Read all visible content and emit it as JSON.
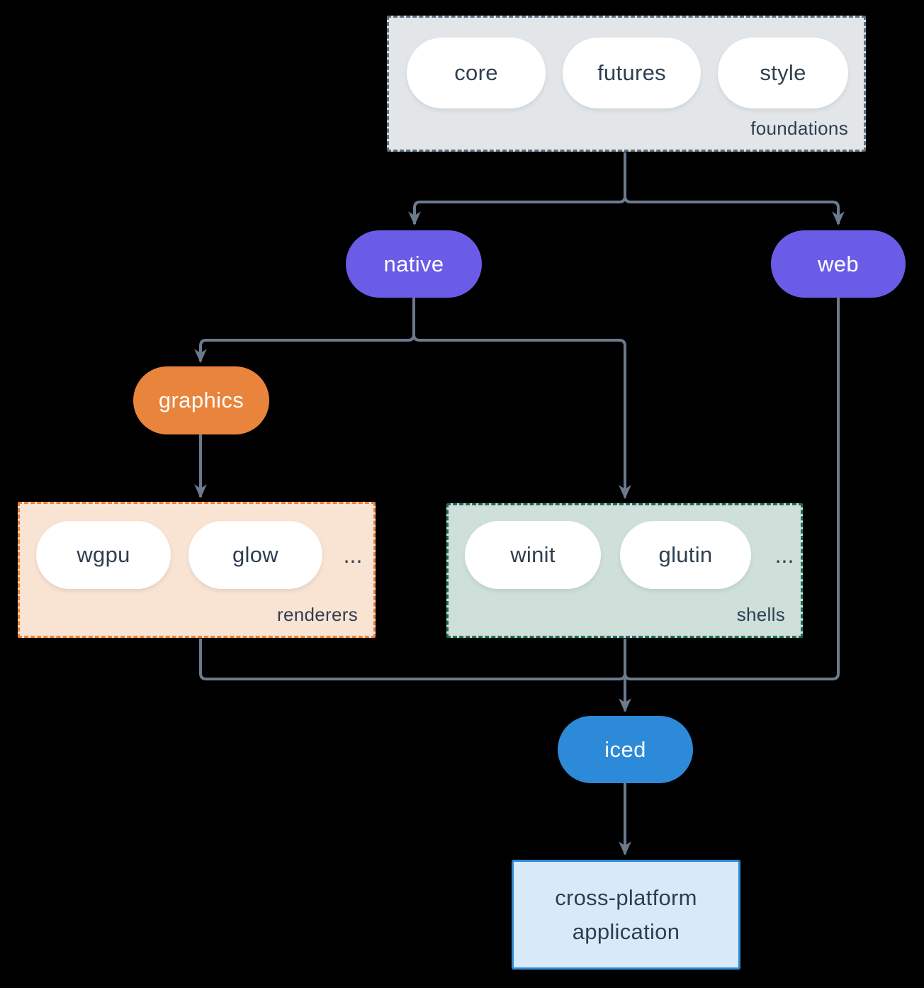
{
  "groups": {
    "foundations": {
      "label": "foundations",
      "items": [
        "core",
        "futures",
        "style"
      ],
      "fill": "#E2E6E9",
      "border": "#5C7080"
    },
    "renderers": {
      "label": "renderers",
      "items": [
        "wgpu",
        "glow"
      ],
      "ellipsis": "...",
      "fill": "#F9E3D3",
      "border": "#E8823A"
    },
    "shells": {
      "label": "shells",
      "items": [
        "winit",
        "glutin"
      ],
      "ellipsis": "...",
      "fill": "#CEE0D9",
      "border": "#1E6B60"
    }
  },
  "nodes": {
    "native": {
      "label": "native",
      "fill": "#6B5CE7",
      "text_color": "#FFFFFF"
    },
    "web": {
      "label": "web",
      "fill": "#6B5CE7",
      "text_color": "#FFFFFF"
    },
    "graphics": {
      "label": "graphics",
      "fill": "#E8843C",
      "text_color": "#FFFFFF"
    },
    "iced": {
      "label": "iced",
      "fill": "#2D8AD8",
      "text_color": "#FFFFFF"
    },
    "application": {
      "label": "cross-platform application",
      "fill": "#D8E9F8",
      "border": "#2D89D8"
    }
  },
  "edges": [
    {
      "from": "foundations",
      "to": "native"
    },
    {
      "from": "foundations",
      "to": "web"
    },
    {
      "from": "native",
      "to": "graphics"
    },
    {
      "from": "native",
      "to": "shells"
    },
    {
      "from": "graphics",
      "to": "renderers"
    },
    {
      "from": "renderers",
      "to": "iced"
    },
    {
      "from": "shells",
      "to": "iced"
    },
    {
      "from": "web",
      "to": "iced"
    },
    {
      "from": "iced",
      "to": "application"
    }
  ],
  "style_tokens": {
    "edge_color": "#6B7A8C",
    "node_text_dark": "#2E3F50",
    "background": "#000000",
    "pill_fill": "#FFFFFF"
  }
}
